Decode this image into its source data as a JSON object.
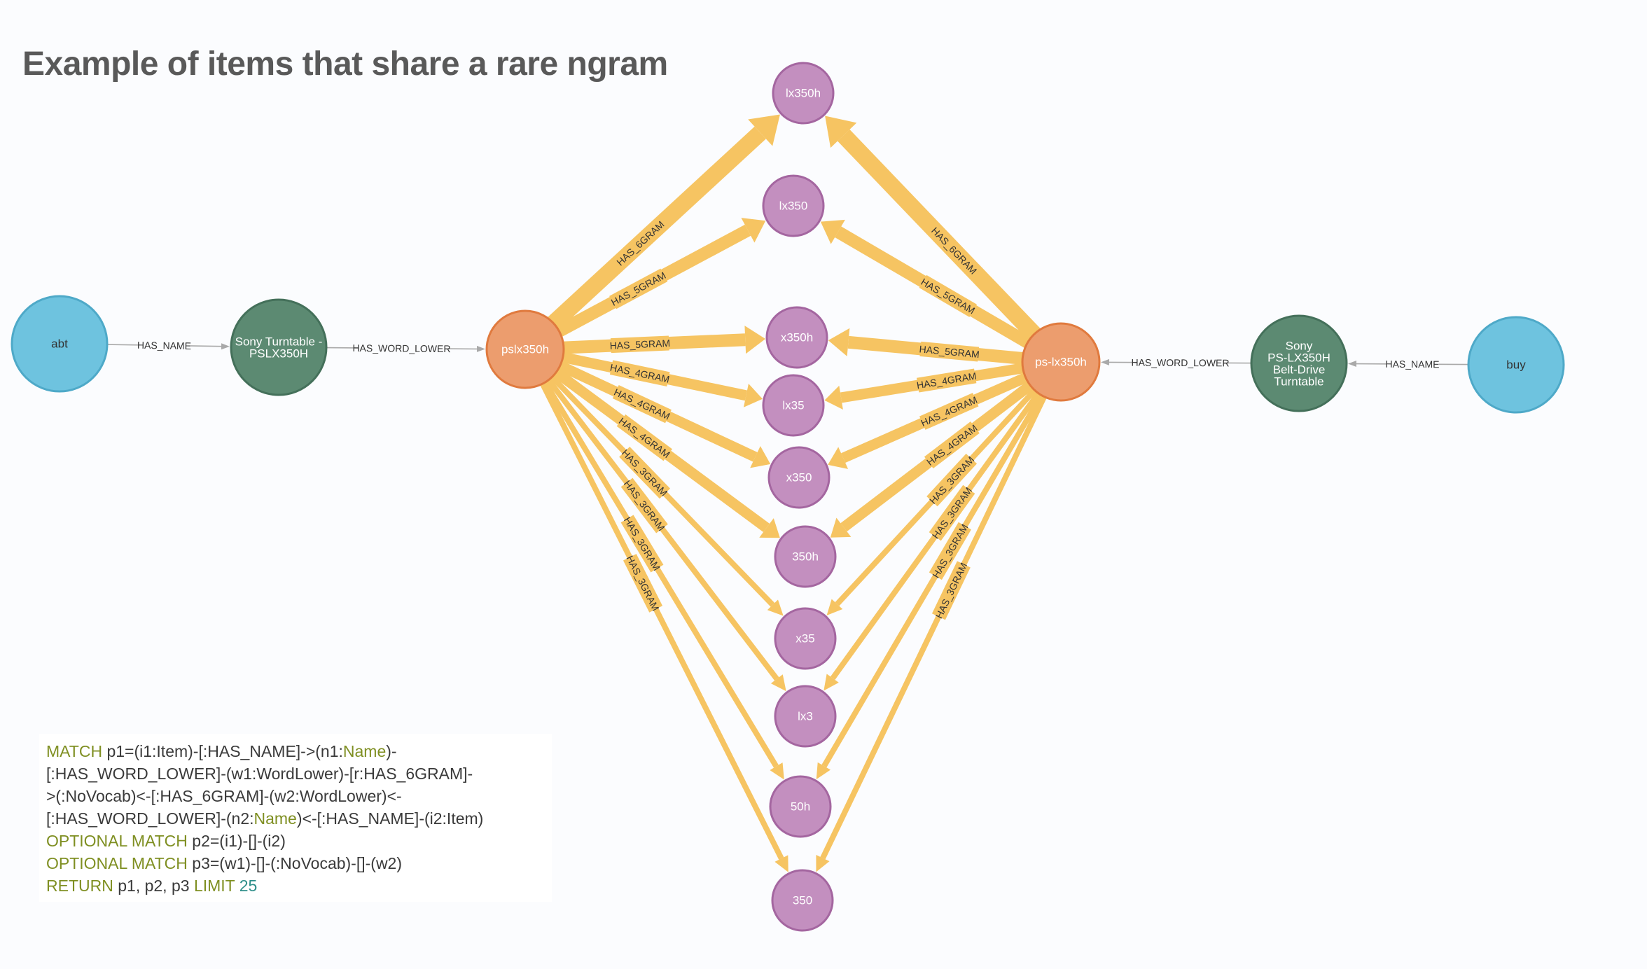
{
  "title": "Example of items that share a rare ngram",
  "colors": {
    "item": "#6ec3df",
    "item_stroke": "#4ea9c8",
    "name": "#5c8a72",
    "name_stroke": "#44705a",
    "word": "#ec9d6e",
    "word_stroke": "#e07a3e",
    "ngram": "#c38fbf",
    "ngram_stroke": "#a466a0",
    "edge_major": "#f6c462",
    "edge_minor": "#a9a9a9",
    "keyword": "#7f8f22",
    "number": "#2f8f8a"
  },
  "nodes": [
    {
      "id": "abt",
      "label": "abt",
      "type": "item"
    },
    {
      "id": "name1",
      "label": "Sony Turntable - PSLX350H",
      "type": "name",
      "lines": [
        "Sony Turntable -",
        "PSLX350H"
      ]
    },
    {
      "id": "w1",
      "label": "pslx350h",
      "type": "word"
    },
    {
      "id": "w2",
      "label": "ps-lx350h",
      "type": "word"
    },
    {
      "id": "name2",
      "label": "Sony PS-LX350H Belt-Drive Turntable",
      "type": "name",
      "lines": [
        "Sony",
        "PS-LX350H",
        "Belt-Drive",
        "Turntable"
      ]
    },
    {
      "id": "buy",
      "label": "buy",
      "type": "item"
    },
    {
      "id": "g1",
      "label": "lx350h",
      "type": "ngram"
    },
    {
      "id": "g2",
      "label": "lx350",
      "type": "ngram"
    },
    {
      "id": "g3",
      "label": "x350h",
      "type": "ngram"
    },
    {
      "id": "g4",
      "label": "lx35",
      "type": "ngram"
    },
    {
      "id": "g5",
      "label": "x350",
      "type": "ngram"
    },
    {
      "id": "g6",
      "label": "350h",
      "type": "ngram"
    },
    {
      "id": "g7",
      "label": "x35",
      "type": "ngram"
    },
    {
      "id": "g8",
      "label": "lx3",
      "type": "ngram"
    },
    {
      "id": "g9",
      "label": "50h",
      "type": "ngram"
    },
    {
      "id": "g10",
      "label": "350",
      "type": "ngram"
    }
  ],
  "edges": [
    {
      "from": "abt",
      "to": "name1",
      "label": "HAS_NAME"
    },
    {
      "from": "name1",
      "to": "w1",
      "label": "HAS_WORD_LOWER"
    },
    {
      "from": "buy",
      "to": "name2",
      "label": "HAS_NAME"
    },
    {
      "from": "name2",
      "to": "w2",
      "label": "HAS_WORD_LOWER"
    },
    {
      "from": "w1",
      "to": "g1",
      "label": "HAS_6GRAM"
    },
    {
      "from": "w1",
      "to": "g2",
      "label": "HAS_5GRAM"
    },
    {
      "from": "w1",
      "to": "g3",
      "label": "HAS_5GRAM"
    },
    {
      "from": "w1",
      "to": "g4",
      "label": "HAS_4GRAM"
    },
    {
      "from": "w1",
      "to": "g5",
      "label": "HAS_4GRAM"
    },
    {
      "from": "w1",
      "to": "g6",
      "label": "HAS_4GRAM"
    },
    {
      "from": "w1",
      "to": "g7",
      "label": "HAS_3GRAM"
    },
    {
      "from": "w1",
      "to": "g8",
      "label": "HAS_3GRAM"
    },
    {
      "from": "w1",
      "to": "g9",
      "label": "HAS_3GRAM"
    },
    {
      "from": "w1",
      "to": "g10",
      "label": "HAS_3GRAM"
    },
    {
      "from": "w2",
      "to": "g1",
      "label": "HAS_6GRAM"
    },
    {
      "from": "w2",
      "to": "g2",
      "label": "HAS_5GRAM"
    },
    {
      "from": "w2",
      "to": "g3",
      "label": "HAS_5GRAM"
    },
    {
      "from": "w2",
      "to": "g4",
      "label": "HAS_4GRAM"
    },
    {
      "from": "w2",
      "to": "g5",
      "label": "HAS_4GRAM"
    },
    {
      "from": "w2",
      "to": "g6",
      "label": "HAS_4GRAM"
    },
    {
      "from": "w2",
      "to": "g7",
      "label": "HAS_3GRAM"
    },
    {
      "from": "w2",
      "to": "g8",
      "label": "HAS_3GRAM"
    },
    {
      "from": "w2",
      "to": "g9",
      "label": "HAS_3GRAM"
    },
    {
      "from": "w2",
      "to": "g10",
      "label": "HAS_3GRAM"
    }
  ],
  "query": [
    [
      {
        "t": "MATCH",
        "k": "kw"
      },
      {
        "t": " p1=(i1:Item)-[:HAS_NAME]->(n1:"
      },
      {
        "t": "Name",
        "k": "kw"
      },
      {
        "t": ")-"
      }
    ],
    [
      {
        "t": "[:HAS_WORD_LOWER]-(w1:WordLower)-[r:HAS_6GRAM]-"
      }
    ],
    [
      {
        "t": ">(:NoVocab)<-[:HAS_6GRAM]-(w2:WordLower)<-"
      }
    ],
    [
      {
        "t": "[:HAS_WORD_LOWER]-(n2:"
      },
      {
        "t": "Name",
        "k": "kw"
      },
      {
        "t": ")<-[:HAS_NAME]-(i2:Item)"
      }
    ],
    [
      {
        "t": "OPTIONAL MATCH",
        "k": "kw"
      },
      {
        "t": " p2=(i1)-[]-(i2)"
      }
    ],
    [
      {
        "t": "OPTIONAL MATCH",
        "k": "kw"
      },
      {
        "t": " p3=(w1)-[]-(:NoVocab)-[]-(w2)"
      }
    ],
    [
      {
        "t": "RETURN",
        "k": "kw"
      },
      {
        "t": " p1, p2, p3 "
      },
      {
        "t": "LIMIT",
        "k": "kw"
      },
      {
        "t": " "
      },
      {
        "t": "25",
        "k": "num"
      }
    ]
  ]
}
